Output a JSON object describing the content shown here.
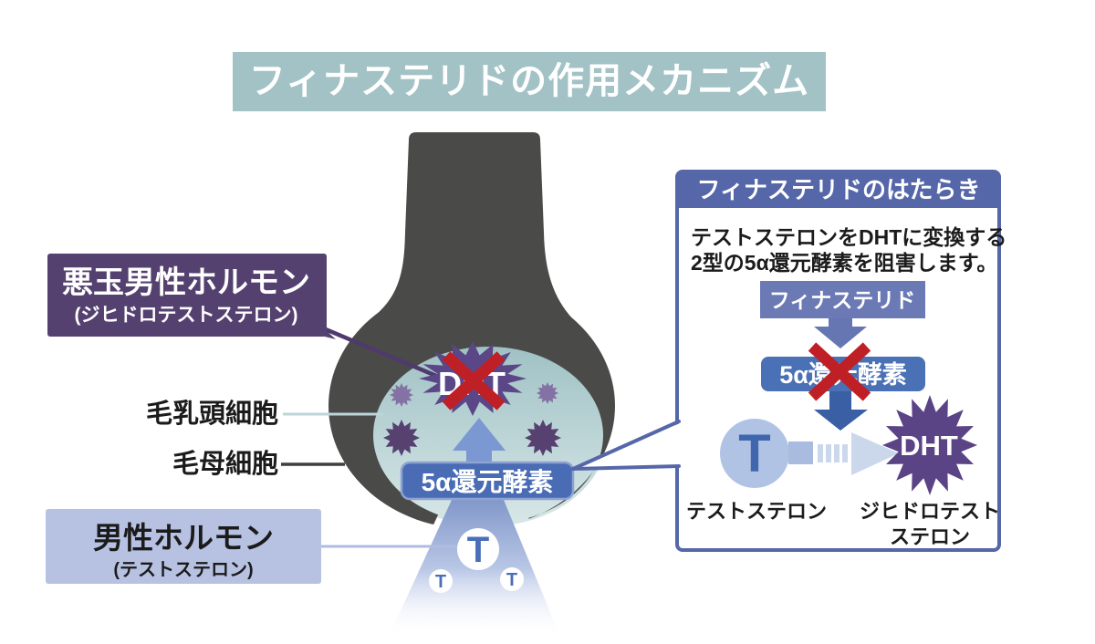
{
  "title": {
    "text": "フィナステリドの作用メカニズム"
  },
  "labels": {
    "bad_hormone": {
      "line1": "悪玉男性ホルモン",
      "line2": "(ジヒドロテストステロン)"
    },
    "papilla_cells": "毛乳頭細胞",
    "matrix_cells": "毛母細胞",
    "male_hormone": {
      "line1": "男性ホルモン",
      "line2": "(テストステロン)"
    }
  },
  "follicle": {
    "dht": "DHT",
    "enzyme": "5α還元酵素",
    "t_large": "T",
    "t_small_left": "T",
    "t_small_right": "T"
  },
  "panel": {
    "header": "フィナステリドのはたらき",
    "description": {
      "line1": "テストステロンをDHTに変換する",
      "line2": "2型の5α還元酵素を阻害します。"
    },
    "finasteride": "フィナステリド",
    "enzyme": "5α還元酵素",
    "t": "T",
    "dht": "DHT",
    "testosterone": "テストステロン",
    "dihydrotestosterone": {
      "line1": "ジヒドロテスト",
      "line2": "ステロン"
    }
  },
  "colors": {
    "title_bg": "#a2c2c6",
    "bad_box": "#544170",
    "pointer_purple": "#4e3a6d",
    "male_box": "#b7c2e2",
    "male_line": "#aebce0",
    "papilla_line": "#bcd6da",
    "matrix_line": "#3f3f3f",
    "follicle_gray": "#4a4a49",
    "oval_top": "#9fc1c4",
    "oval_bottom": "#d8e7e8",
    "beam_top": "#8298ca",
    "beam_mid": "#b9c7e6",
    "star_purple": "#5b4787",
    "small_star": "#8472a4",
    "mid_star": "#564170",
    "panel_star": "#5b4486",
    "red_x": "#bf2026",
    "panel_blue": "#5667a9",
    "finasteride_box": "#6b7ab5",
    "enzyme_box": "#4a70b5",
    "enzyme_box_follicle": "#4a6cb5",
    "enzyme_box_stroke": "#8ea3d2",
    "arrow_blue": "#6676b2",
    "arrow_dark": "#3a5fa5",
    "arrow_up": "#7b98d2",
    "t_circle": "#b1c3e5",
    "t_letter": "#4066ae",
    "t_letter_follicle": "#4a6fb8",
    "dash_arrow": "#cbd8ec",
    "dash_stub": "#a9bcdf"
  }
}
